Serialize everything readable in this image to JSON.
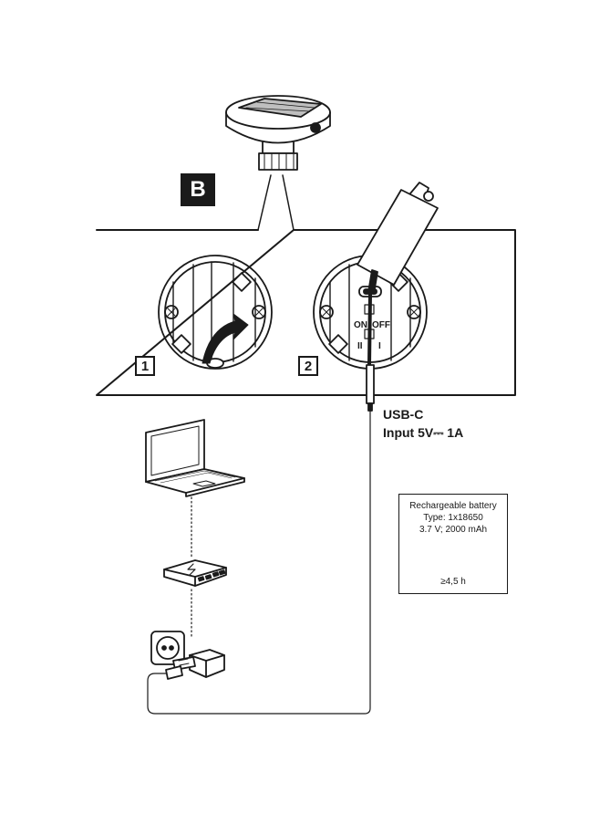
{
  "section": {
    "badge": "B"
  },
  "steps": {
    "step1": "1",
    "step2": "2"
  },
  "switch": {
    "on": "ON",
    "off": "OFF",
    "pos2": "II",
    "pos1": "I"
  },
  "usb": {
    "connector": "USB-C",
    "input": "Input 5V⎓ 1A"
  },
  "battery": {
    "title": "Rechargeable battery",
    "type": "Type: 1x18650",
    "spec": "3.7 V; 2000 mAh",
    "runtime": "≥4,5 h"
  },
  "icons": [
    "solar-light-icon",
    "screwdriver-icon",
    "laptop-icon",
    "usb-hub-icon",
    "wall-socket-icon",
    "power-adapter-icon",
    "usb-symbol-icon",
    "battery-charging-icon"
  ]
}
